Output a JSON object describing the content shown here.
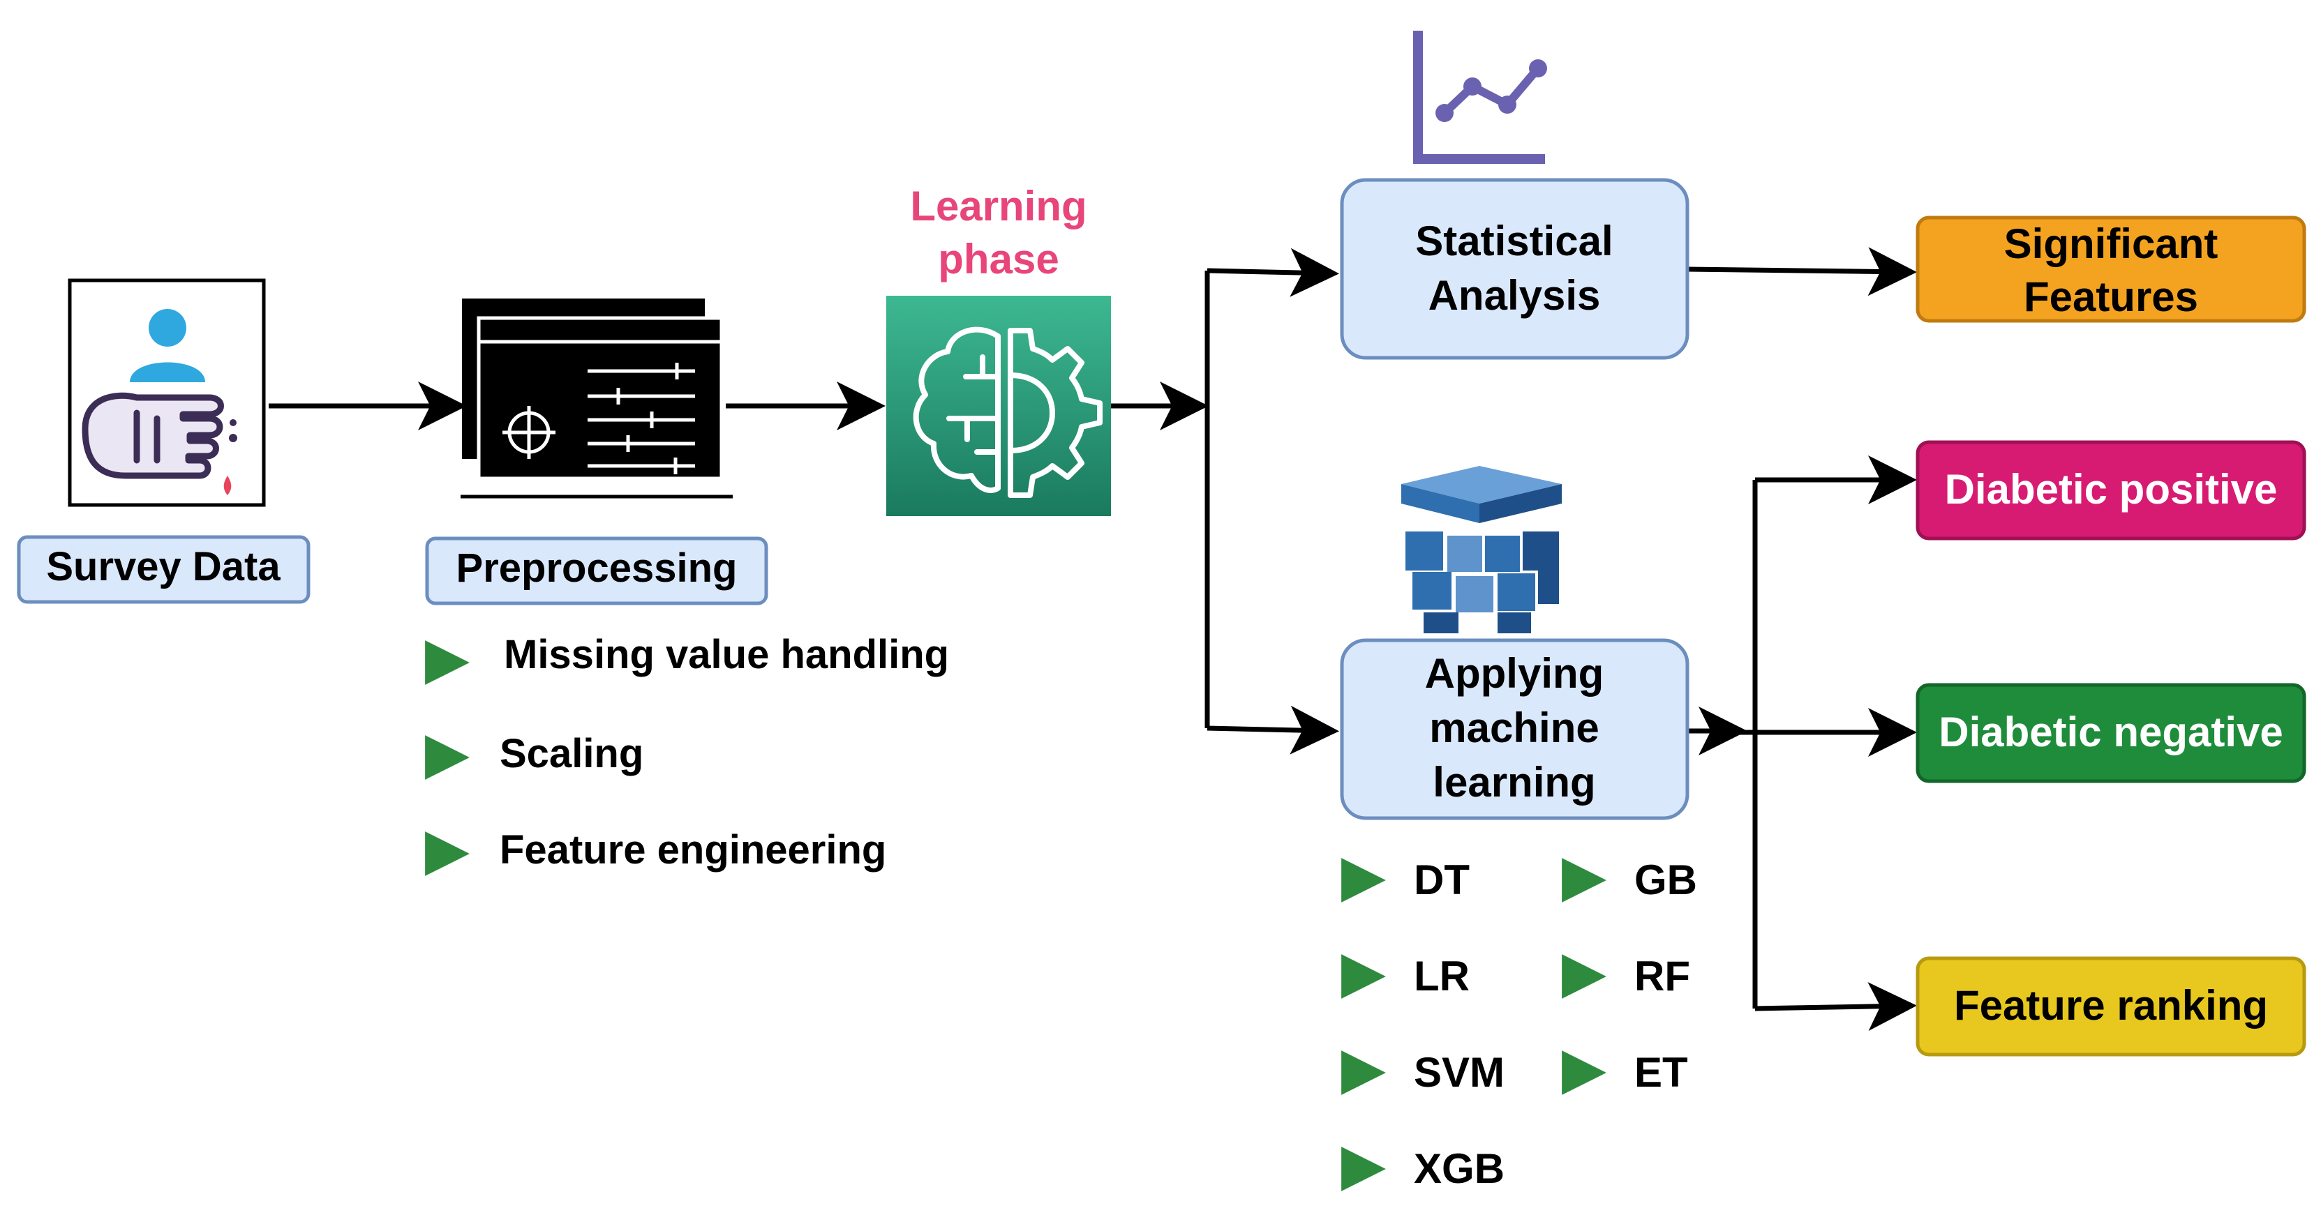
{
  "survey": {
    "label": "Survey Data",
    "icon": "survey-person-hand-icon"
  },
  "preprocessing": {
    "label": "Preprocessing",
    "icon": "preprocessing-window-icon",
    "steps": [
      "Missing value handling",
      "Scaling",
      "Feature engineering"
    ]
  },
  "learning": {
    "label_line1": "Learning",
    "label_line2": "phase",
    "icon": "brain-gear-icon"
  },
  "statistical": {
    "line1": "Statistical",
    "line2": "Analysis",
    "icon": "line-chart-icon"
  },
  "ml": {
    "line1": "Applying",
    "line2": "machine",
    "line3": "learning",
    "icon": "cube-stack-icon",
    "models_left": [
      "DT",
      "LR",
      "SVM",
      "XGB"
    ],
    "models_right": [
      "GB",
      "RF",
      "ET"
    ]
  },
  "outputs": {
    "significant_line1": "Significant",
    "significant_line2": "Features",
    "positive": "Diabetic positive",
    "negative": "Diabetic negative",
    "ranking": "Feature ranking"
  },
  "colors": {
    "label_box_fill": "#dae8fc",
    "label_box_stroke": "#6c8ebf",
    "learning_text": "#e8457a",
    "significant_fill": "#f4a321",
    "positive_fill": "#d81b72",
    "negative_fill": "#1e8c3a",
    "ranking_fill": "#e8c81e",
    "bullet_green": "#2e8b3e",
    "chart_icon": "#6a62b0",
    "cube_blue": "#2f6fb0"
  }
}
